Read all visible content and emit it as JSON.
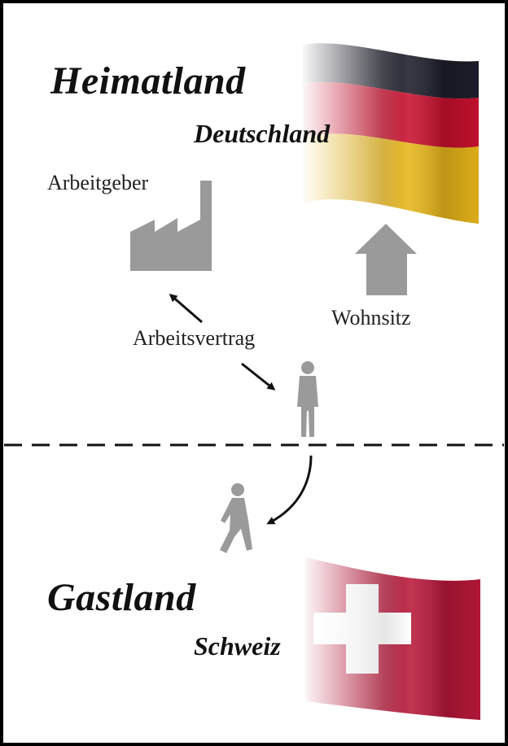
{
  "home": {
    "title": "Heimatland",
    "country": "Deutschland"
  },
  "host": {
    "title": "Gastland",
    "country": "Schweiz"
  },
  "labels": {
    "employer": "Arbeitgeber",
    "contract": "Arbeitsvertrag",
    "residence": "Wohnsitz"
  },
  "colors": {
    "frame": "#000000",
    "icon_gray": "#9a9a9a",
    "de_black": "#1d1e2a",
    "de_red": "#c8102e",
    "de_gold": "#e7b51a",
    "ch_red": "#b8183a",
    "ch_cross": "#ffffff"
  },
  "icons": [
    "factory-icon",
    "house-arrow-icon",
    "standing-person-icon",
    "walking-person-icon",
    "german-flag",
    "swiss-flag"
  ]
}
